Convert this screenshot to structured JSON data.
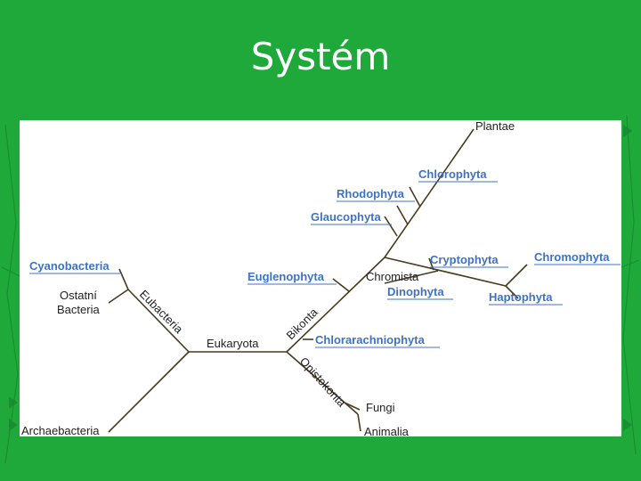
{
  "slide": {
    "title": "Systém"
  },
  "tree": {
    "plantae": "Plantae",
    "chlorophyta": "Chlorophyta",
    "rhodophyta": "Rhodophyta",
    "glaucophyta": "Glaucophyta",
    "cyanobacteria": "Cyanobacteria",
    "ostatni_bacteria_1": "Ostatní",
    "ostatni_bacteria_2": "Bacteria",
    "euglenophyta": "Euglenophyta",
    "chromista": "Chromista",
    "cryptophyta": "Cryptophyta",
    "chromophyta": "Chromophyta",
    "dinophyta": "Dinophyta",
    "haptophyta": "Haptophyta",
    "eubacteria": "Eubacteria",
    "bikonta": "Bikonta",
    "chlorarachniophyta": "Chlorarachniophyta",
    "eukaryota": "Eukaryota",
    "opistokonta": "Opistokonta",
    "fungi": "Fungi",
    "archaebacteria": "Archaebacteria",
    "animalia": "Animalia"
  },
  "colors": {
    "background": "#1ea93a",
    "panel": "#ffffff",
    "branch": "#4a3a1e",
    "highlight_label": "#3d73c7"
  }
}
